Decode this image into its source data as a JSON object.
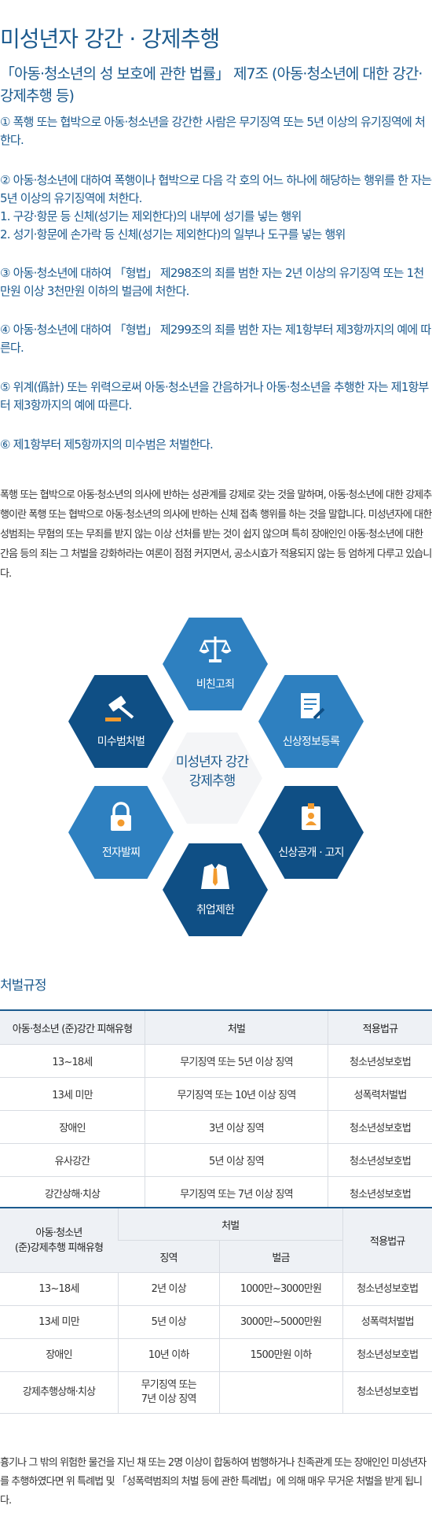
{
  "page": {
    "title": "미성년자 강간 · 강제추행",
    "law_title": "「아동·청소년의 성 보호에 관한 법률」 제7조 (아동·청소년에 대한 강간·강제추행 등)",
    "clauses": [
      [
        "① 폭행 또는 협박으로 아동·청소년을 강간한 사람은 무기징역 또는 5년 이상의 유기징역에 처한다."
      ],
      [
        "② 아동·청소년에 대하여 폭행이나 협박으로 다음 각 호의 어느 하나에 해당하는 행위를 한 자는 5년 이상의 유기징역에 처한다.",
        "1. 구강·항문 등 신체(성기는 제외한다)의 내부에 성기를 넣는 행위",
        "2. 성기·항문에 손가락 등 신체(성기는 제외한다)의 일부나 도구를 넣는 행위"
      ],
      [
        "③ 아동·청소년에 대하여 「형법」 제298조의 죄를 범한 자는 2년 이상의 유기징역 또는 1천만원 이상 3천만원 이하의 벌금에 처한다."
      ],
      [
        "④ 아동·청소년에 대하여 「형법」 제299조의 죄를 범한 자는 제1항부터 제3항까지의 예에 따른다."
      ],
      [
        "⑤ 위계(僞計) 또는 위력으로써 아동·청소년을 간음하거나 아동·청소년을 추행한 자는 제1항부터 제3항까지의 예에 따른다."
      ],
      [
        "⑥ 제1항부터 제5항까지의 미수범은 처벌한다."
      ]
    ],
    "description": "폭행 또는 협박으로 아동·청소년의 의사에 반하는 성관계를 강제로 갖는 것을 말하며, 아동·청소년에 대한 강제추행이란 폭행 또는 협박으로 아동·청소년의 의사에 반하는 신체 접촉 행위를 하는 것을 말합니다. 미성년자에 대한 성범죄는 무혐의 또는 무죄를 받지 않는 이상 선처를 받는 것이 쉽지 않으며 특히 장애인인 아동·청소년에 대한 간음 등의 죄는 그 처벌을 강화하라는 여론이 점점 커지면서, 공소시효가 적용되지 않는 등 엄하게 다루고 있습니다.",
    "note": "흉기나 그 밖의 위험한 물건을 지닌 채 또는 2명 이상이 합동하여 범행하거나 친족관계 또는 장애인인 미성년자를 추행하였다면 위 특례법 및 「성폭력범죄의 처벌 등에 관한 특례법」에 의해 매우 무거운 처벌을 받게 됩니다."
  },
  "diagram": {
    "center": [
      "미성년자 강간",
      "강제추행"
    ],
    "items": [
      {
        "label": "비친고죄",
        "icon": "scales-icon"
      },
      {
        "label": "신상정보등록",
        "icon": "document-pen-icon"
      },
      {
        "label": "신상공개 · 고지",
        "icon": "id-badge-icon"
      },
      {
        "label": "취업제한",
        "icon": "suit-tie-icon"
      },
      {
        "label": "전자발찌",
        "icon": "padlock-icon"
      },
      {
        "label": "미수범처벌",
        "icon": "gavel-icon"
      }
    ]
  },
  "punishment": {
    "section_title": "처벌규정",
    "table1": {
      "headers": [
        "아동·청소년 (준)강간 피해유형",
        "처벌",
        "적용법규"
      ],
      "rows": [
        [
          "13~18세",
          "무기징역 또는 5년 이상 징역",
          "청소년성보호법"
        ],
        [
          "13세 미만",
          "무기징역 또는 10년 이상 징역",
          "성폭력처벌법"
        ],
        [
          "장애인",
          "3년 이상 징역",
          "청소년성보호법"
        ],
        [
          "유사강간",
          "5년 이상 징역",
          "청소년성보호법"
        ],
        [
          "강간상해·치상",
          "무기징역 또는 7년 이상 징역",
          "청소년성보호법"
        ]
      ]
    },
    "table2": {
      "header_type": [
        "아동·청소년",
        "(준)강제추행 피해유형"
      ],
      "header_punishment": "처벌",
      "header_prison": "징역",
      "header_fine": "벌금",
      "header_law": "적용법규",
      "rows": [
        [
          "13~18세",
          "2년 이상",
          "1000만~3000만원",
          "청소년성보호법"
        ],
        [
          "13세 미만",
          "5년 이상",
          "3000만~5000만원",
          "성폭력처벌법"
        ],
        [
          "장애인",
          "10년 이하",
          "1500만원 이하",
          "청소년성보호법"
        ]
      ],
      "last_row": {
        "type": "강제추행상해·치상",
        "prison": [
          "무기징역 또는",
          "7년 이상 징역"
        ],
        "fine": "",
        "law": "청소년성보호법"
      }
    }
  }
}
